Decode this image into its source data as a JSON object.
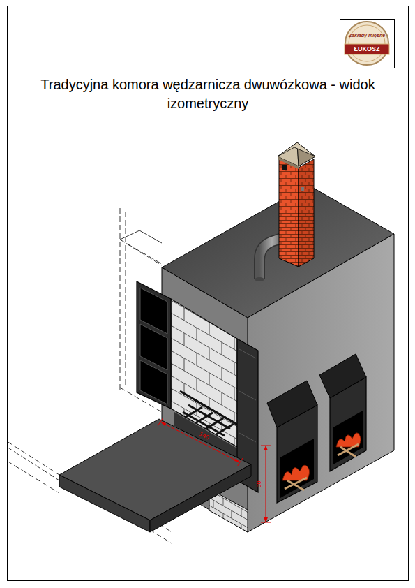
{
  "diagram": {
    "title": "Tradycyjna komora wędzarnicza dwuwózkowa - widok izometryczny",
    "labels": [
      "Zakłady mięsne",
      "ŁUKOSZ",
      "140",
      "90"
    ]
  }
}
